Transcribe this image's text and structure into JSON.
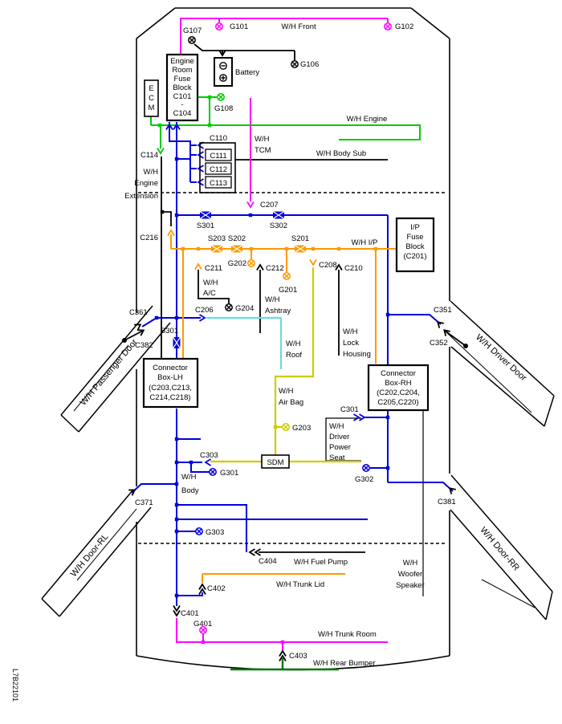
{
  "diagram_code": "L7B22101",
  "colors": {
    "front_trunk_room": "#ff00ff",
    "engine": "#00cc00",
    "rear_bumper": "#007700",
    "body": "#0000dd",
    "ip": "#ff9900",
    "roof": "#66dddd",
    "air_bag_sdm": "#cccc00",
    "black": "#000000"
  },
  "harnesses": {
    "front": "W/H Front",
    "engine": "W/H Engine",
    "tcm": {
      "lines": [
        "W/H",
        "TCM"
      ]
    },
    "body_sub": "W/H Body Sub",
    "engine_extension": {
      "lines": [
        "W/H",
        "Engine",
        "Extension"
      ]
    },
    "ip": "W/H I/P",
    "ac": {
      "lines": [
        "W/H",
        "A/C"
      ]
    },
    "ashtray": {
      "lines": [
        "W/H",
        "Ashtray"
      ]
    },
    "roof": {
      "lines": [
        "W/H",
        "Roof"
      ]
    },
    "lock_housing": {
      "lines": [
        "W/H",
        "Lock",
        "Housing"
      ]
    },
    "air_bag": {
      "lines": [
        "W/H",
        "Air Bag"
      ]
    },
    "driver_power_seat": {
      "lines": [
        "W/H",
        "Driver",
        "Power",
        "Seat"
      ]
    },
    "body": {
      "lines": [
        "W/H",
        "Body"
      ]
    },
    "fuel_pump": "W/H Fuel Pump",
    "trunk_lid": "W/H Trunk Lid",
    "woofer_speaker": {
      "lines": [
        "W/H",
        "Woofer",
        "Speaker"
      ]
    },
    "trunk_room": "W/H Trunk Room",
    "rear_bumper": "W/H Rear Bumper",
    "passenger_door": "W/H Passenger Door",
    "driver_door": "W/H Driver Door",
    "door_rl": "W/H Door-RL",
    "door_rr": "W/H Door-RR"
  },
  "boxes": {
    "ecm": {
      "lines": [
        "E",
        "C",
        "M"
      ]
    },
    "engine_room_fuse_block": {
      "lines": [
        "Engine",
        "Room",
        "Fuse",
        "Block",
        "C101",
        "-",
        "C104"
      ]
    },
    "battery": {
      "label": "Battery"
    },
    "ip_fuse_block": {
      "lines": [
        "I/P",
        "Fuse",
        "Block",
        "(C201)"
      ]
    },
    "connector_box_lh": {
      "lines": [
        "Connector",
        "Box-LH",
        "(C203,C213,",
        "C214,C218)"
      ]
    },
    "connector_box_rh": {
      "lines": [
        "Connector",
        "Box-RH",
        "(C202,C204,",
        "C205,C220)"
      ]
    },
    "sdm": {
      "label": "SDM"
    }
  },
  "connectors": {
    "c110": "C110",
    "c111": "C111",
    "c112": "C112",
    "c113": "C113",
    "c114": "C114",
    "c206": "C206",
    "c207": "C207",
    "c208": "C208",
    "c210": "C210",
    "c211": "C211",
    "c212": "C212",
    "c216": "C216",
    "c301": "C301",
    "c303": "C303",
    "c351": "C351",
    "c352": "C352",
    "c361": "C361",
    "c371": "C371",
    "c381": "C381",
    "c382": "C382",
    "c401": "C401",
    "c402": "C402",
    "c403": "C403",
    "c404": "C404"
  },
  "grounds": {
    "g101": "G101",
    "g102": "G102",
    "g106": "G106",
    "g107": "G107",
    "g108": "G108",
    "g201": "G201",
    "g202": "G202",
    "g203": "G203",
    "g204": "G204",
    "g301": "G301",
    "g302": "G302",
    "g303": "G303",
    "g401": "G401"
  },
  "splices": {
    "s201": "S201",
    "s202": "S202",
    "s203": "S203",
    "s301": "S301",
    "s302": "S302",
    "s301_body": "S301"
  }
}
